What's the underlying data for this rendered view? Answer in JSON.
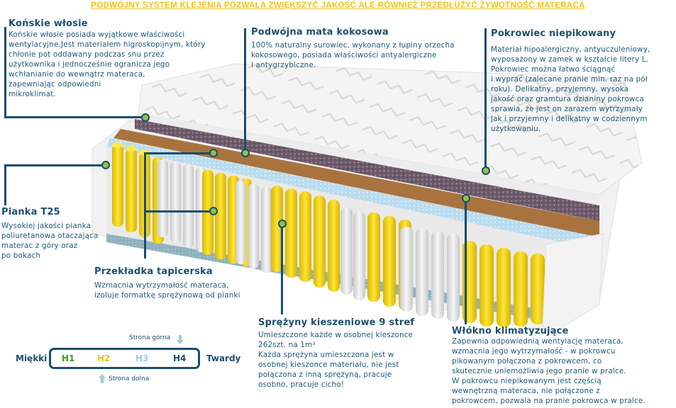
{
  "banner": "PODWÓJNY SYSTEM KLEJENIA POZWALA ZWIĘKSZYĆ JAKOŚĆ ALE RÓWNIEŻ PRZEDŁUŻYĆ ŻYWOTNOŚĆ MATERACA",
  "colors": {
    "accent_text": "#1d4f6e",
    "banner": "#f2c31a",
    "connector": "#1b4d6b",
    "dot": "#8bc34a",
    "h1": "#3a9a2c",
    "h2": "#f2c31a",
    "h3": "#a8c8d6",
    "h4": "#1d4f6e"
  },
  "callouts": {
    "konskie_wlosie": {
      "title": "Końskie włosie",
      "text": "Końskie włosie posiada wyjątkowe właściwości\nwentylacyjne.Jest materiałem higroskopijnym, który\nchłonie pot oddawany podczas snu przez\nużytkownika  i jednocześnie ogranicza jego\nwchłanianie do wewnątrz materaca,\nzapewniając odpowiedni\nmikroklimat."
    },
    "mata_kokosowa": {
      "title": "Podwójna mata kokosowa",
      "text": "100% naturalny surowiec, wykonany z łupiny orzecha\nkokosowego, posiada właściwości antyalergiczne\ni antygrzybiczne."
    },
    "pokrowiec": {
      "title": "Pokrowiec niepikowany",
      "text": "Materiał hipoalergiczny, antyuczuleniowy,\nwyposażony w zamek w kształcie litery L.\nPokrowiec można łatwo ściągnąć\ni wyprać (zalecane pranie min. raz na pół\nroku). Delikatny, przyjemny, wysoka\njakość oraz gramtura dzianiny pokrowca\nsprawia, że jest on zarazem wytrzymały\njak i przyjemny i delikatny w codziennym\nużytkowaniu."
    },
    "pianka": {
      "title": "Pianka T25",
      "text": "Wysokiej jakości pianka\npoliuretanowa otaczająca\nmaterac z góry oraz\npo bokach"
    },
    "przekladka": {
      "title": "Przekładka tapicerska",
      "text": "Wzmacnia wytrzymałość materaca,\nizoluje formatkę sprężynową od pianki"
    },
    "sprezyny": {
      "title": "Sprężyny kieszeniowe 9 stref",
      "text": "Umieszczone każde w osobnej kieszonce\n262szt. na 1m²\nKażda sprężyna umieszczona jest w\nosobnej kieszonce materiału, nie jest\npołączona z inną sprężyną, pracuje\nosobno, pracuje cicho!"
    },
    "wlokno": {
      "title": "Włókno klimatyzujące",
      "text": "Zapewnia odpowiednią wentylację materaca,\nwzmacnia jego wytrzymałość - w pokrowcu\npikowanym połączona z pokrowcem, co\nskutecznie uniemożliwia jego pranie w pralce.\nW pokrowcu niepikowanym jest częścią\nwewnętrzną materaca, nie połączone z\npokrowcem, pozwala na pranie pokrowca w pralce."
    }
  },
  "hardness": {
    "soft_label": "Miękki",
    "hard_label": "Twardy",
    "levels": [
      "H1",
      "H2",
      "H3",
      "H4"
    ],
    "top_side": "Strona górna",
    "bottom_side": "Strona dolna",
    "top_icon": "arrow-down-icon",
    "bottom_icon": "arrow-up-icon"
  }
}
